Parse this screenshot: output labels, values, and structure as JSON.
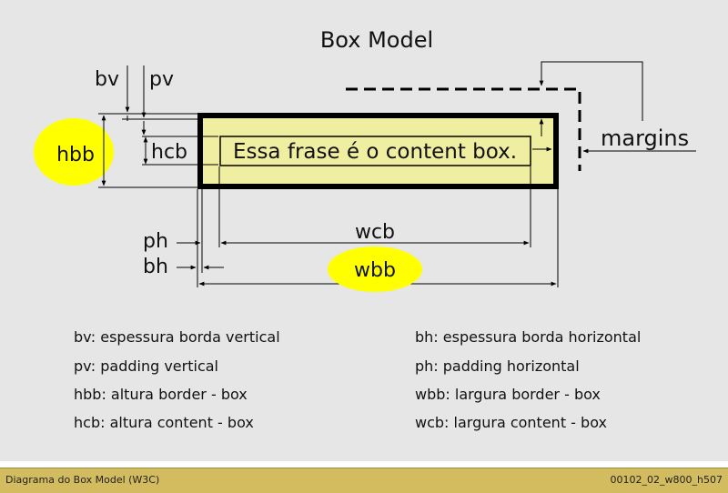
{
  "diagram": {
    "title": "Box Model",
    "content_text": "Essa frase é o content box.",
    "labels": {
      "bv": "bv",
      "pv": "pv",
      "hbb": "hbb",
      "hcb": "hcb",
      "wcb": "wcb",
      "wbb": "wbb",
      "ph": "ph",
      "bh": "bh",
      "margins": "margins"
    },
    "colors": {
      "background": "#e6e6e6",
      "box_fill": "#f0eea0",
      "highlight": "#ffff00",
      "footer": "#d3bc5f"
    }
  },
  "legend": {
    "left": [
      "bv: espessura borda vertical",
      "pv: padding vertical",
      "hbb: altura border - box",
      "hcb: altura content - box"
    ],
    "right": [
      "bh: espessura borda horizontal",
      "ph: padding horizontal",
      "wbb: largura border - box",
      "wcb: largura content - box"
    ]
  },
  "footer": {
    "caption": "Diagrama do Box Model (W3C)",
    "file_id": "00102_02_w800_h507"
  }
}
